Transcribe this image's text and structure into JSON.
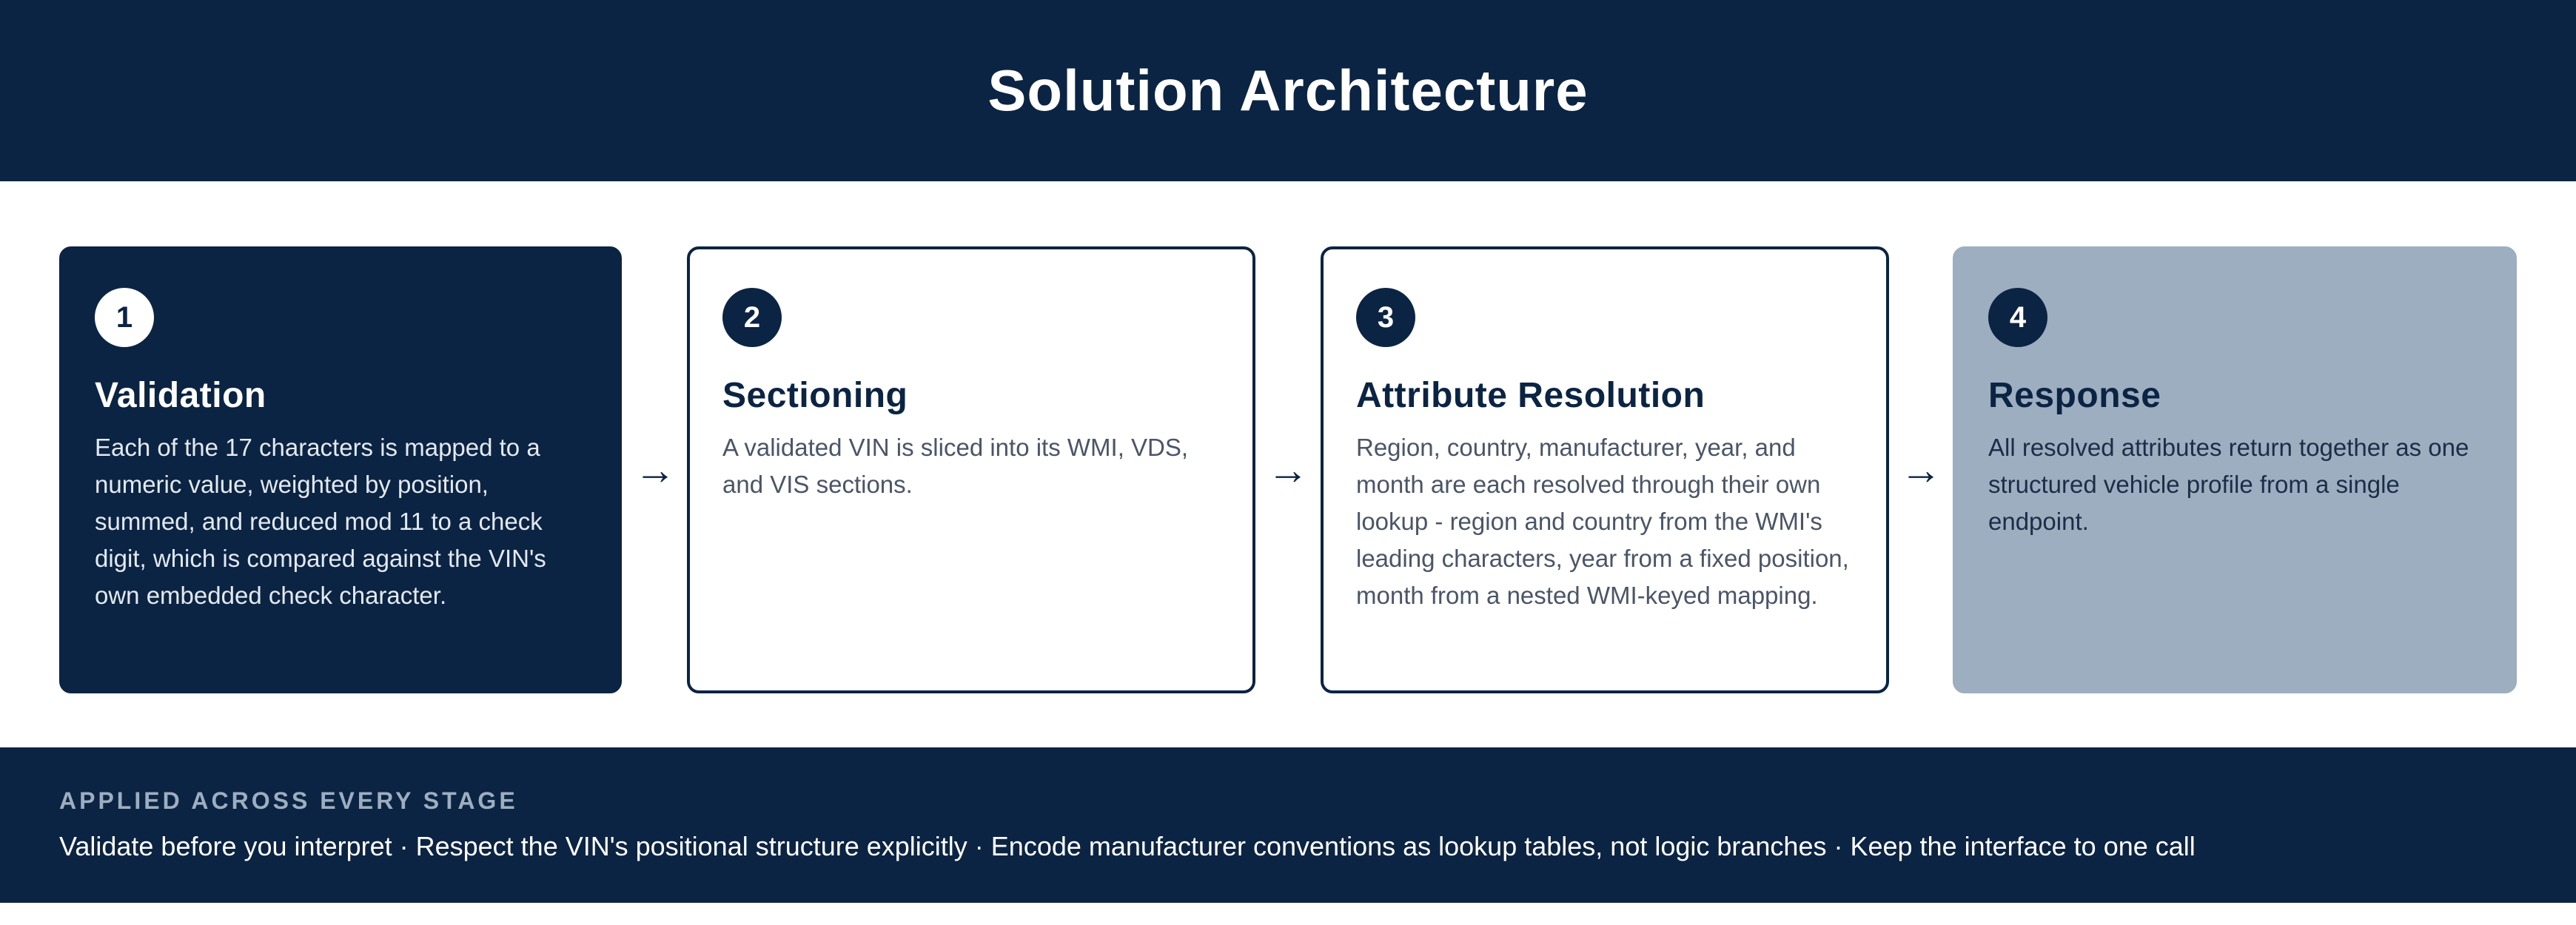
{
  "header": {
    "title": "Solution Architecture"
  },
  "stages": [
    {
      "number": "1",
      "title": "Validation",
      "description": "Each of the 17 characters is mapped to a numeric value, weighted by position, summed, and reduced mod 11 to a check digit, which is compared against the VIN's own embedded check character."
    },
    {
      "number": "2",
      "title": "Sectioning",
      "description": "A validated VIN is sliced into its WMI, VDS, and VIS sections."
    },
    {
      "number": "3",
      "title": "Attribute Resolution",
      "description": "Region, country, manufacturer, year, and month are each resolved through their own lookup - region and country from the WMI's leading characters, year from a fixed position, month from a nested WMI-keyed mapping."
    },
    {
      "number": "4",
      "title": "Response",
      "description": "All resolved attributes return together as one structured vehicle profile from a single endpoint."
    }
  ],
  "arrows": [
    "→",
    "→",
    "→"
  ],
  "footer": {
    "label": "APPLIED ACROSS EVERY STAGE",
    "principles": "Validate before you interpret · Respect the VIN's positional structure explicitly · Encode manufacturer conventions as lookup tables, not logic branches · Keep the interface to one call"
  },
  "colors": {
    "navy": "#0c2444",
    "muted": "#9caec0",
    "white": "#ffffff"
  }
}
